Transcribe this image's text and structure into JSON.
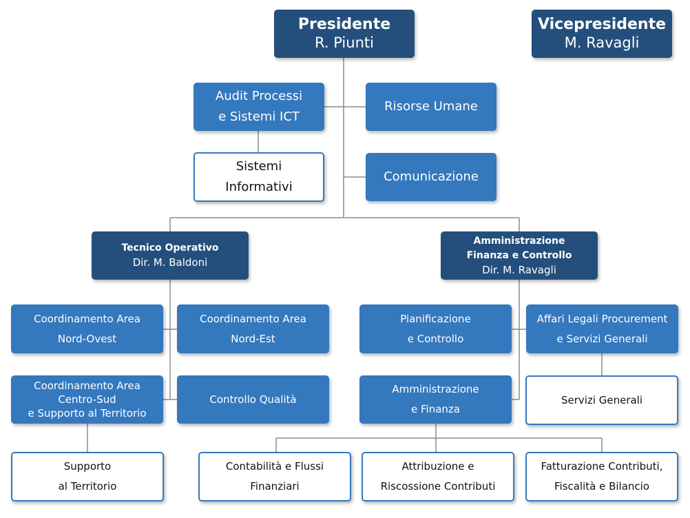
{
  "colors": {
    "dark": "#244f7c",
    "mid": "#3478be",
    "white": "#ffffff",
    "connector": "#8a8a8a"
  },
  "presidente": {
    "title": "Presidente",
    "name": "R. Piunti"
  },
  "vicepresidente": {
    "title": "Vicepresidente",
    "name": "M. Ravagli"
  },
  "staff": {
    "audit": {
      "line1": "Audit Processi",
      "line2": "e Sistemi ICT"
    },
    "sistemi_informativi": {
      "line1": "Sistemi",
      "line2": "Informativi"
    },
    "risorse_umane": "Risorse Umane",
    "comunicazione": "Comunicazione"
  },
  "tecnico": {
    "title": "Tecnico Operativo",
    "name": "Dir. M. Baldoni",
    "nord_ovest": {
      "line1": "Coordinamento Area",
      "line2": "Nord-Ovest"
    },
    "nord_est": {
      "line1": "Coordinamento Area",
      "line2": "Nord-Est"
    },
    "centro_sud": {
      "line1": "Coordinamento Area",
      "line2": "Centro-Sud",
      "line3": "e Supporto al Territorio"
    },
    "controllo_qualita": "Controllo Qualità",
    "supporto": {
      "line1": "Supporto",
      "line2": "al Territorio"
    }
  },
  "afc": {
    "title1": "Amministrazione",
    "title2": "Finanza e Controllo",
    "name": "Dir. M. Ravagli",
    "pianificazione": {
      "line1": "Pianificazione",
      "line2": "e Controllo"
    },
    "affari_legali": {
      "line1": "Affari Legali Procurement",
      "line2": "e Servizi Generali"
    },
    "amministrazione": {
      "line1": "Amministrazione",
      "line2": "e Finanza"
    },
    "servizi_generali": "Servizi Generali",
    "contabilita": {
      "line1": "Contabilità e Flussi",
      "line2": "Finanziari"
    },
    "attribuzione": {
      "line1": "Attribuzione e",
      "line2": "Riscossione Contributi"
    },
    "fatturazione": {
      "line1": "Fatturazione Contributi,",
      "line2": "Fiscalità e Bilancio"
    }
  }
}
